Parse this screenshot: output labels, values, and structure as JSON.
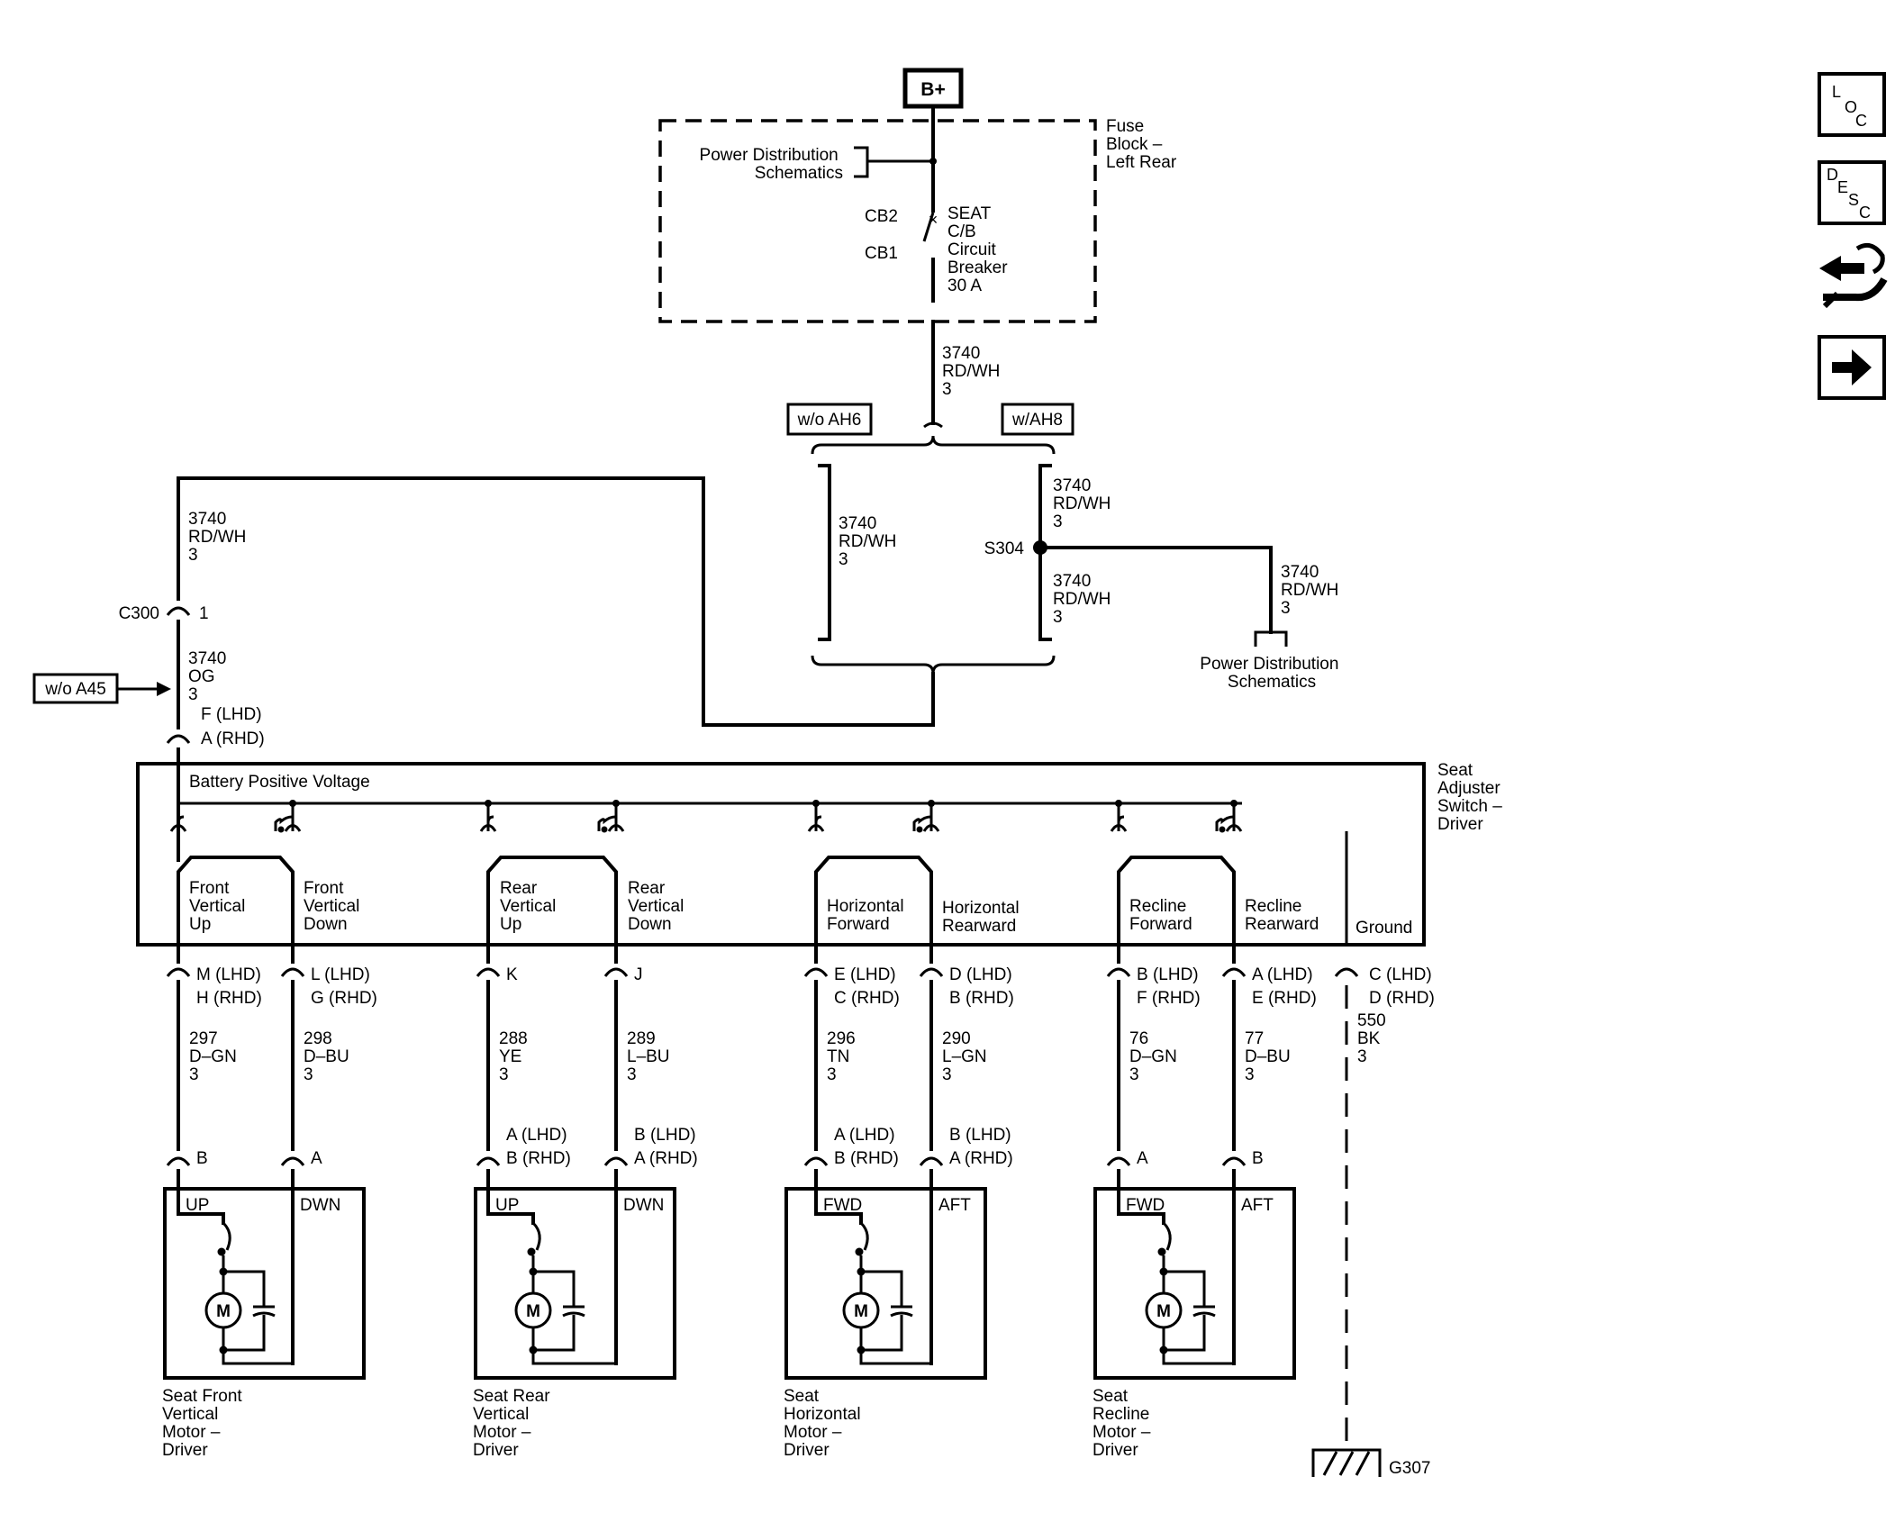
{
  "supply": {
    "battery": "B+",
    "fuse_block": [
      "Fuse",
      "Block –",
      "Left Rear"
    ],
    "power_dist": [
      "Power Distribution",
      "Schematics"
    ],
    "cb2": "CB2",
    "cb1": "CB1",
    "breaker": [
      "SEAT",
      "C/B",
      "Circuit",
      "Breaker",
      "30 A"
    ],
    "feed": [
      "3740",
      "RD/WH",
      "3"
    ],
    "opt_left": "w/o AH6",
    "opt_right": "w/AH8",
    "loop_wire": [
      "3740",
      "RD/WH",
      "3"
    ],
    "ah8_upper": [
      "3740",
      "RD/WH",
      "3"
    ],
    "splice": "S304",
    "ah8_lower": [
      "3740",
      "RD/WH",
      "3"
    ],
    "pd_branch_wire": [
      "3740",
      "RD/WH",
      "3"
    ],
    "pd_branch": [
      "Power Distribution",
      "Schematics"
    ],
    "left_wire": [
      "3740",
      "RD/WH",
      "3"
    ],
    "c300": "C300",
    "c300_pin": "1",
    "og_wire": [
      "3740",
      "OG",
      "3"
    ],
    "wo_a45": "w/o A45",
    "switch_pin": [
      "F (LHD)",
      "A (RHD)"
    ]
  },
  "switch": {
    "name": [
      "Seat",
      "Adjuster",
      "Switch –",
      "Driver"
    ],
    "bus": "Battery Positive Voltage",
    "contacts": [
      [
        "Front",
        "Vertical",
        "Up"
      ],
      [
        "Front",
        "Vertical",
        "Down"
      ],
      [
        "Rear",
        "Vertical",
        "Up"
      ],
      [
        "Rear",
        "Vertical",
        "Down"
      ],
      [
        "Horizontal",
        "Forward"
      ],
      [
        "Horizontal",
        "Rearward"
      ],
      [
        "Recline",
        "Forward"
      ],
      [
        "Recline",
        "Rearward"
      ]
    ],
    "ground": "Ground"
  },
  "pins_top": [
    [
      "M (LHD)",
      "H (RHD)"
    ],
    [
      "L (LHD)",
      "G (RHD)"
    ],
    [
      "K"
    ],
    [
      "J"
    ],
    [
      "E (LHD)",
      "C (RHD)"
    ],
    [
      "D (LHD)",
      "B (RHD)"
    ],
    [
      "B (LHD)",
      "F (RHD)"
    ],
    [
      "A (LHD)",
      "E (RHD)"
    ]
  ],
  "wires": [
    [
      "297",
      "D–GN",
      "3"
    ],
    [
      "298",
      "D–BU",
      "3"
    ],
    [
      "288",
      "YE",
      "3"
    ],
    [
      "289",
      "L–BU",
      "3"
    ],
    [
      "296",
      "TN",
      "3"
    ],
    [
      "290",
      "L–GN",
      "3"
    ],
    [
      "76",
      "D–GN",
      "3"
    ],
    [
      "77",
      "D–BU",
      "3"
    ]
  ],
  "pins_bottom": [
    [
      "B"
    ],
    [
      "A"
    ],
    [
      "A (LHD)",
      "B (RHD)"
    ],
    [
      "B (LHD)",
      "A (RHD)"
    ],
    [
      "A (LHD)",
      "B (RHD)"
    ],
    [
      "B (LHD)",
      "A (RHD)"
    ],
    [
      "A"
    ],
    [
      "B"
    ]
  ],
  "ground": {
    "pins": [
      "C (LHD)",
      "D (RHD)"
    ],
    "wire": [
      "550",
      "BK",
      "3"
    ],
    "id": "G307"
  },
  "motors": [
    {
      "left": "UP",
      "right": "DWN",
      "symbol": "M",
      "name": [
        "Seat Front",
        "Vertical",
        "Motor –",
        "Driver"
      ]
    },
    {
      "left": "UP",
      "right": "DWN",
      "symbol": "M",
      "name": [
        "Seat Rear",
        "Vertical",
        "Motor –",
        "Driver"
      ]
    },
    {
      "left": "FWD",
      "right": "AFT",
      "symbol": "M",
      "name": [
        "Seat",
        "Horizontal",
        "Motor –",
        "Driver"
      ]
    },
    {
      "left": "FWD",
      "right": "AFT",
      "symbol": "M",
      "name": [
        "Seat",
        "Recline",
        "Motor –",
        "Driver"
      ]
    }
  ],
  "nav": {
    "loc": [
      "L",
      "O",
      "C"
    ],
    "desc": [
      "D",
      "E",
      "S",
      "C"
    ],
    "connector_icon": "connector-icon",
    "next_icon": "arrow-right-icon"
  }
}
